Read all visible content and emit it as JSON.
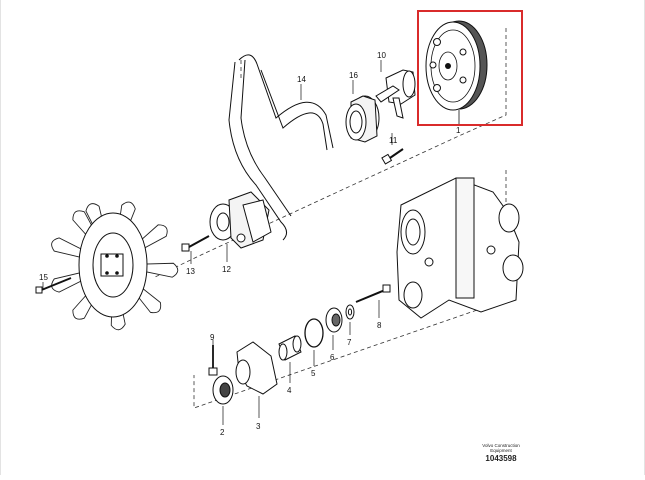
{
  "labels": [
    "1",
    "2",
    "3",
    "4",
    "5",
    "6",
    "7",
    "8",
    "9",
    "10",
    "11",
    "12",
    "13",
    "14",
    "15",
    "16"
  ],
  "footer": {
    "brand_line1": "Volvo Construction",
    "brand_line2": "Equipment",
    "doc_number": "1043598"
  },
  "highlight_color": "#d92b2b"
}
